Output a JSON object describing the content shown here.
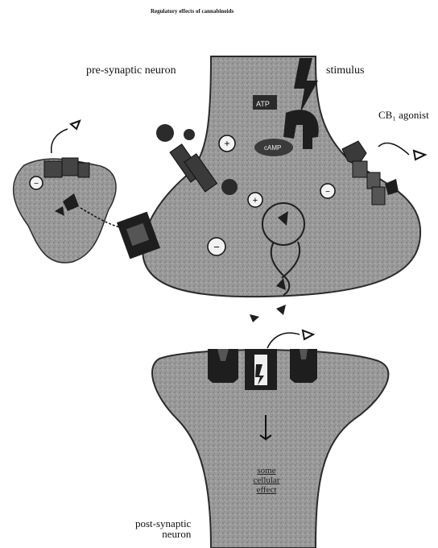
{
  "title": "Regulatory effects of cannabinoids",
  "labels": {
    "pre_synaptic": "pre-synaptic neuron",
    "stimulus": "stimulus",
    "cb1_agonist": "CB₁ agonist",
    "post_synaptic_line1": "post-synaptic",
    "post_synaptic_line2": "neuron",
    "effect_line1": "some",
    "effect_line2": "cellular",
    "effect_line3": "effect",
    "atp": "ATP",
    "camp": "cAMP"
  },
  "colors": {
    "cell_fill": "#9a9a9a",
    "cell_stroke": "#2a2a2a",
    "receptor": "#1e1e1e",
    "ion": "#f2f2f2"
  }
}
